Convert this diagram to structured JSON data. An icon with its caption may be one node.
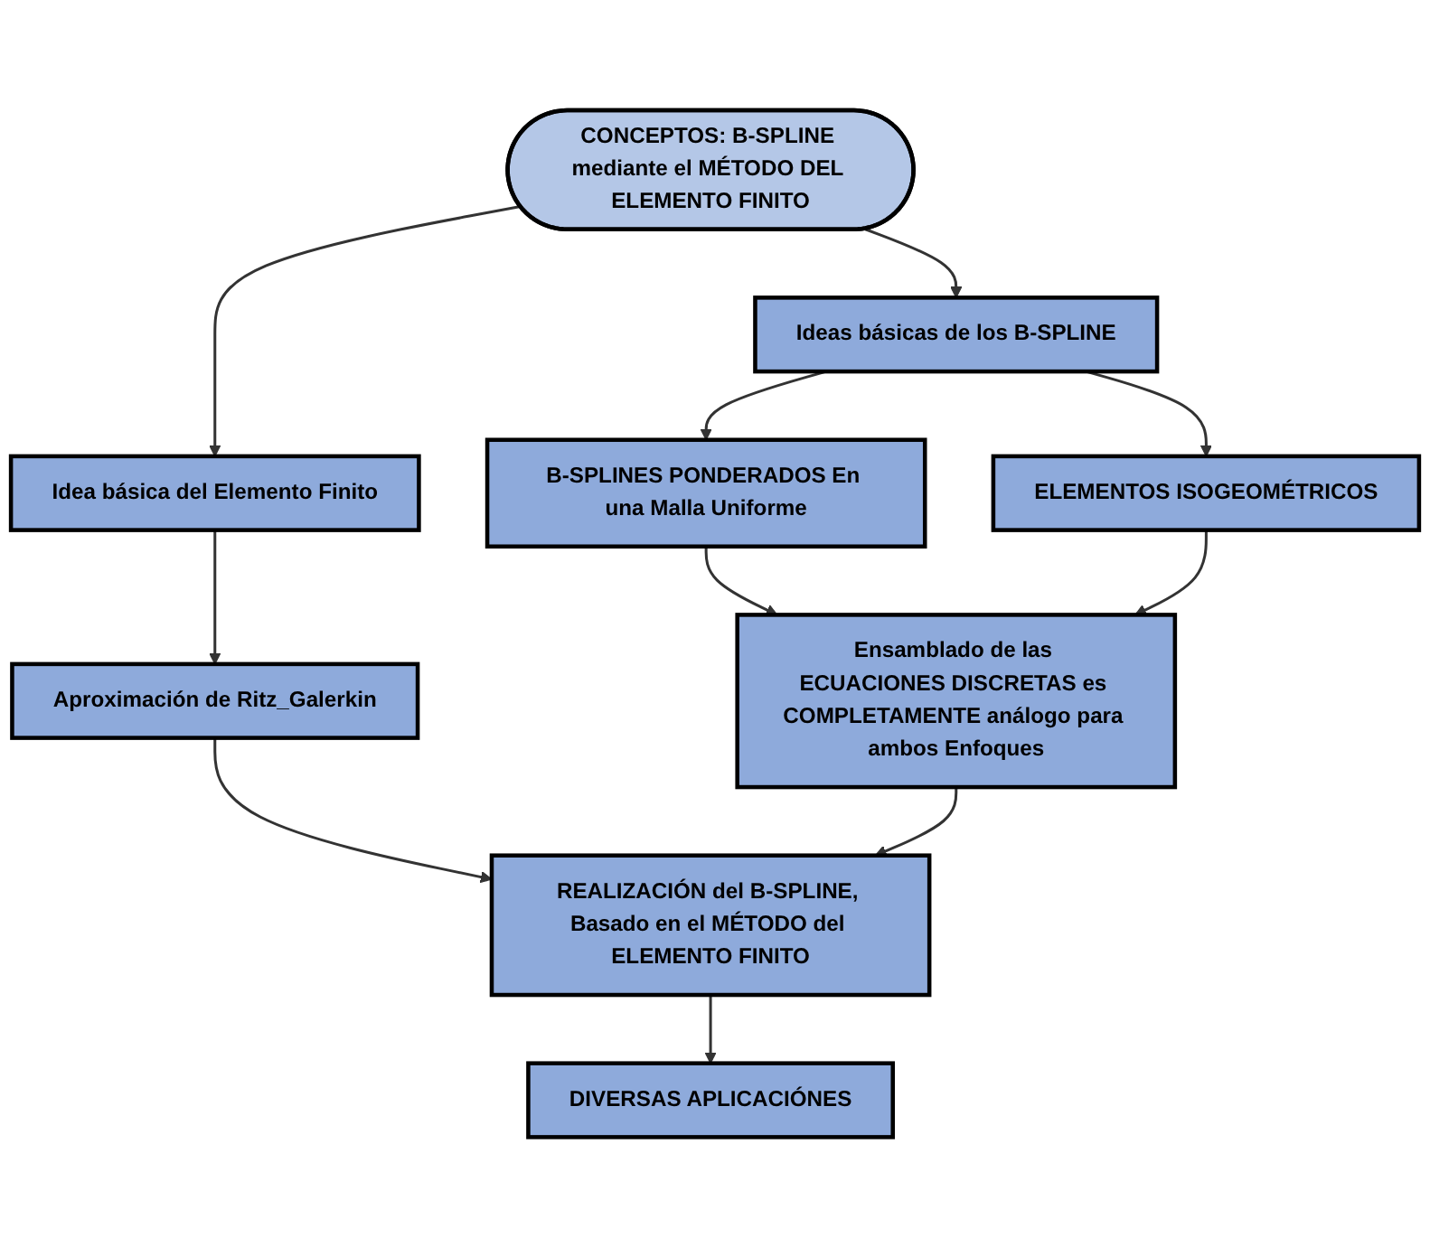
{
  "diagram": {
    "nodes": [
      {
        "text": [
          "CONCEPTOS: B-SPLINE mediante el MÉTODO DEL ELEMENTO FINITO"
        ]
      },
      {
        "text": [
          "Idea básica del Elemento Finito"
        ]
      },
      {
        "text": [
          "Ideas básicas de los B-SPLINE"
        ]
      },
      {
        "text": [
          "Aproximación de Ritz_Galerkin"
        ]
      },
      {
        "text": [
          "B-SPLINES PONDERADOS En una Malla Uniforme"
        ]
      },
      {
        "text": [
          "ELEMENTOS ISOGEOMÉTRICOS"
        ]
      },
      {
        "text": [
          "Ensamblado de las ECUACIONES DISCRETAS es COMPLETAMENTE análogo para ambos Enfoques"
        ]
      },
      {
        "text": [
          "REALIZACIÓN del B-SPLINE, Basado en el MÉTODO del ELEMENTO FINITO"
        ]
      },
      {
        "text": [
          "DIVERSAS APLICACIÓNES"
        ]
      }
    ],
    "edges": [
      {
        "from": 0,
        "to": 1,
        "arrow": "to"
      },
      {
        "from": 0,
        "to": 2,
        "arrow": "to"
      },
      {
        "from": 1,
        "to": 3,
        "arrow": "to"
      },
      {
        "from": 2,
        "to": 4,
        "arrow": "to"
      },
      {
        "from": 2,
        "to": 5,
        "arrow": "to"
      },
      {
        "from": 4,
        "to": 6,
        "arrow": "to"
      },
      {
        "from": 5,
        "to": 6,
        "arrow": "to"
      },
      {
        "from": 3,
        "to": 7,
        "arrow": "to"
      },
      {
        "from": 6,
        "to": 7,
        "arrow": "to"
      },
      {
        "from": 7,
        "to": 8,
        "arrow": "to"
      }
    ]
  }
}
